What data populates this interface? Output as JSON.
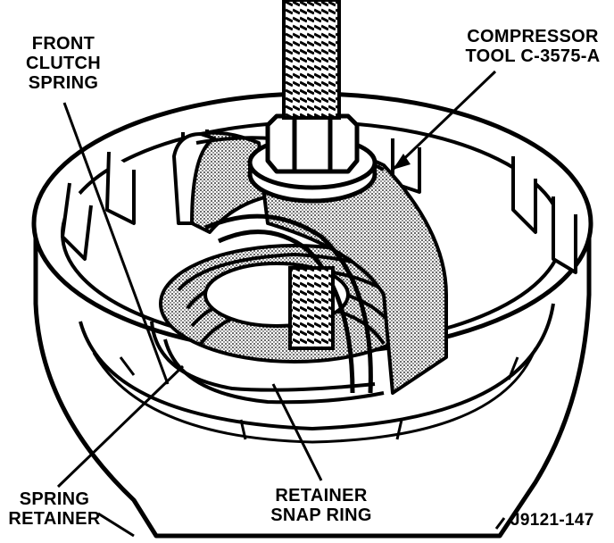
{
  "labels": {
    "front_clutch_spring": [
      "FRONT",
      "CLUTCH",
      "SPRING"
    ],
    "compressor_tool": [
      "COMPRESSOR",
      "TOOL C-3575-A"
    ],
    "spring_retainer": [
      "SPRING",
      "RETAINER"
    ],
    "retainer_snap_ring": [
      "RETAINER",
      "SNAP RING"
    ],
    "figure_id": "J9121-147"
  },
  "colors": {
    "ink": "#000000",
    "paper": "#ffffff",
    "stipple": "#9a9a9a"
  }
}
